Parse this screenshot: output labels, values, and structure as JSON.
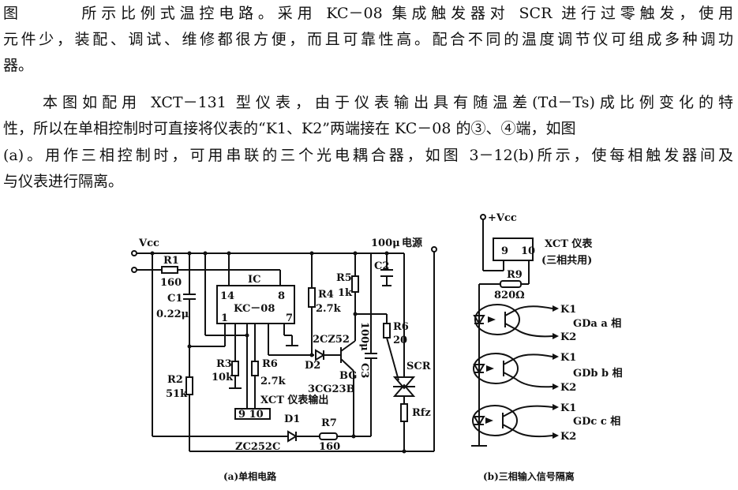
{
  "paragraph1": {
    "lines": [
      "图　　　所示比例式温控电路。采用 KC－08 集成触发器对 SCR 进行过零触发，使用",
      "元件少，装配、调试、维修都很方便，而且可靠性高。配合不同的温度调节仪可组成多种调功",
      "器。"
    ]
  },
  "paragraph2": {
    "lines": [
      "　　本图如配用 XCT－131 型仪表，由于仪表输出具有随温差(Td－Ts)成比例变化的特",
      "性，所以在单相控制时可直接将仪表的“K1、K2”两端接在 KC－08 的③、④端，如图",
      "(a)。用作三相控制时，可用串联的三个光电耦合器，如图 3－12(b)所示，使每相触发器间及",
      "与仪表进行隔离。"
    ]
  },
  "figure_a": {
    "caption": "(a)单相电路",
    "vcc": "Vcc",
    "r1": "R1",
    "r1_val": "160",
    "c1": "C1",
    "c1_val": "0.22μ",
    "ic": "IC",
    "ic_model": "KC－08",
    "pin14": "14",
    "pin8": "8",
    "pin1": "1",
    "pin7": "7",
    "r2": "R2",
    "r2_val": "51k",
    "r3": "R3",
    "r3_val": "10k",
    "r_mid": "R6",
    "r_mid_val": "2.7k",
    "r4": "R4",
    "r4_val": "2.7k",
    "r5": "R5",
    "r5_val": "1k",
    "c2": "C2",
    "c2_val": "100μ",
    "power": "电源",
    "r6": "R6",
    "r6_val": "20",
    "d2_model": "2CZ52",
    "d2": "D2",
    "bg": "BG",
    "bg_model": "3CG23B",
    "c3_val": "100μ",
    "c3": "C3",
    "scr": "SCR",
    "rfz": "Rfz",
    "xct_out": "XCT 仪表输出",
    "connector": "9 10",
    "d1": "D1",
    "d1_model": "ZC252C",
    "r7": "R7",
    "r7_val": "160"
  },
  "figure_b": {
    "caption": "(b)三相输入信号隔离",
    "vcc": "+Vcc",
    "xct": "XCT 仪表",
    "xct_note": "(三相共用)",
    "pin9": "9",
    "pin10": "10",
    "r9": "R9",
    "r9_val": "820Ω",
    "couplers": [
      {
        "k1": "K1",
        "k2": "K2",
        "label": "GDa  a 相"
      },
      {
        "k1": "K1",
        "k2": "K2",
        "label": "GDb  b 相"
      },
      {
        "k1": "K1",
        "k2": "K2",
        "label": "GDc  c 相"
      }
    ]
  }
}
